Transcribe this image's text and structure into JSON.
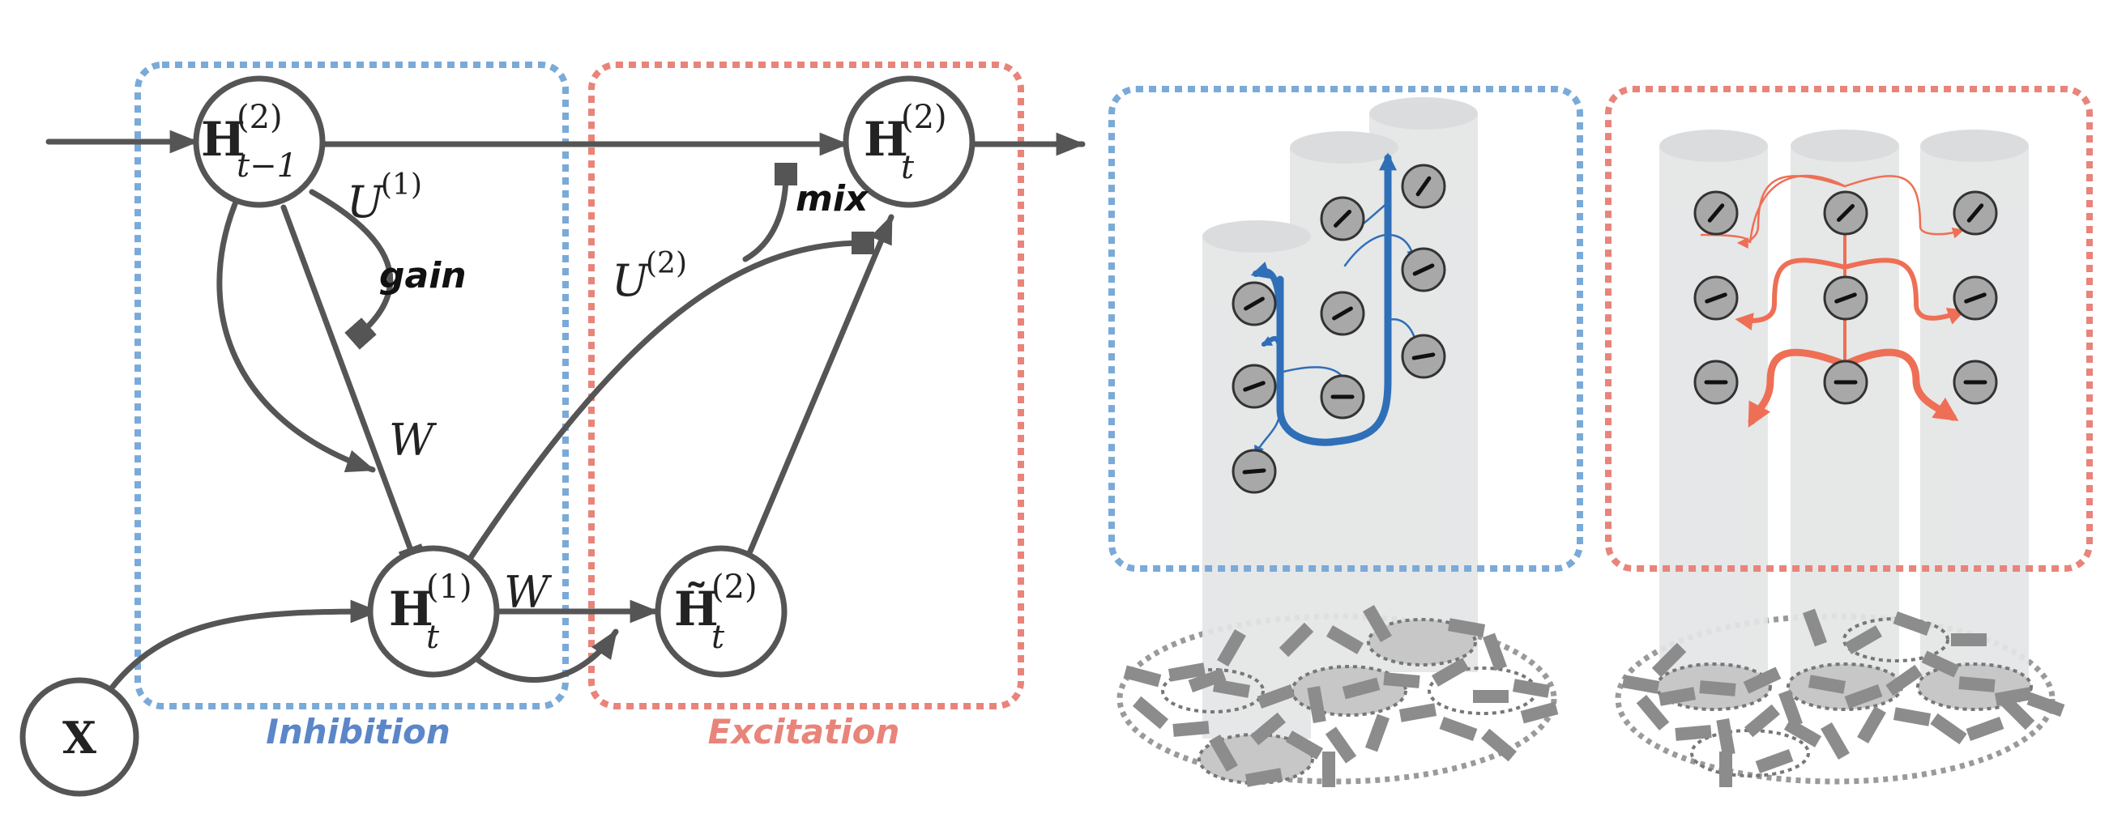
{
  "colors": {
    "inhibition": "#7aaad8",
    "excitation": "#e8847a",
    "inhibition_label": "#5b86c8",
    "excitation_label": "#e8847a",
    "node_stroke": "#555555",
    "edge": "#555555",
    "blue_flow": "#2f6fb8",
    "red_flow": "#ee6f55",
    "column_fill": "#e4e5e6",
    "neuron_fill": "#a8a8a8",
    "bar_fill": "#8c8c8c"
  },
  "nodes": {
    "h_prev": {
      "base": "H",
      "sup": "(2)",
      "sub": "t−1"
    },
    "h_out": {
      "base": "H",
      "sup": "(2)",
      "sub": "t"
    },
    "h1": {
      "base": "H",
      "sup": "(1)",
      "sub": "t"
    },
    "h_tilde": {
      "base": "H̃",
      "sup": "(2)",
      "sub": "t"
    },
    "x": {
      "base": "X"
    }
  },
  "edge_labels": {
    "u1": {
      "base": "U",
      "sup": "(1)"
    },
    "u2": {
      "base": "U",
      "sup": "(2)"
    },
    "w_left": "W",
    "w_bottom": "W",
    "gain": "gain",
    "mix": "mix"
  },
  "regions": {
    "inhibition": "Inhibition",
    "excitation": "Excitation"
  }
}
